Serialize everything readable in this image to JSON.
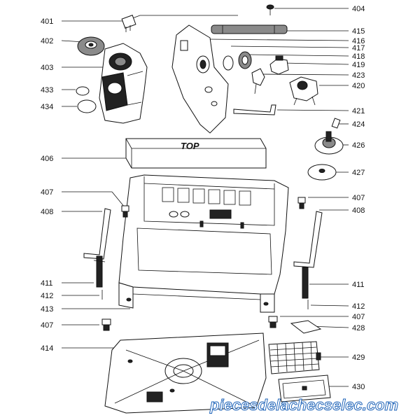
{
  "labels_left": [
    "401",
    "402",
    "403",
    "433",
    "434",
    "406",
    "407",
    "408",
    "411",
    "412",
    "413",
    "407",
    "414"
  ],
  "labels_right": [
    "404",
    "415",
    "416",
    "417",
    "418",
    "419",
    "423",
    "420",
    "421",
    "424",
    "426",
    "427",
    "407",
    "408",
    "411",
    "412",
    "407",
    "428",
    "429",
    "430"
  ],
  "box_text": "TOP",
  "watermark": "piecesdelachecselec.com"
}
